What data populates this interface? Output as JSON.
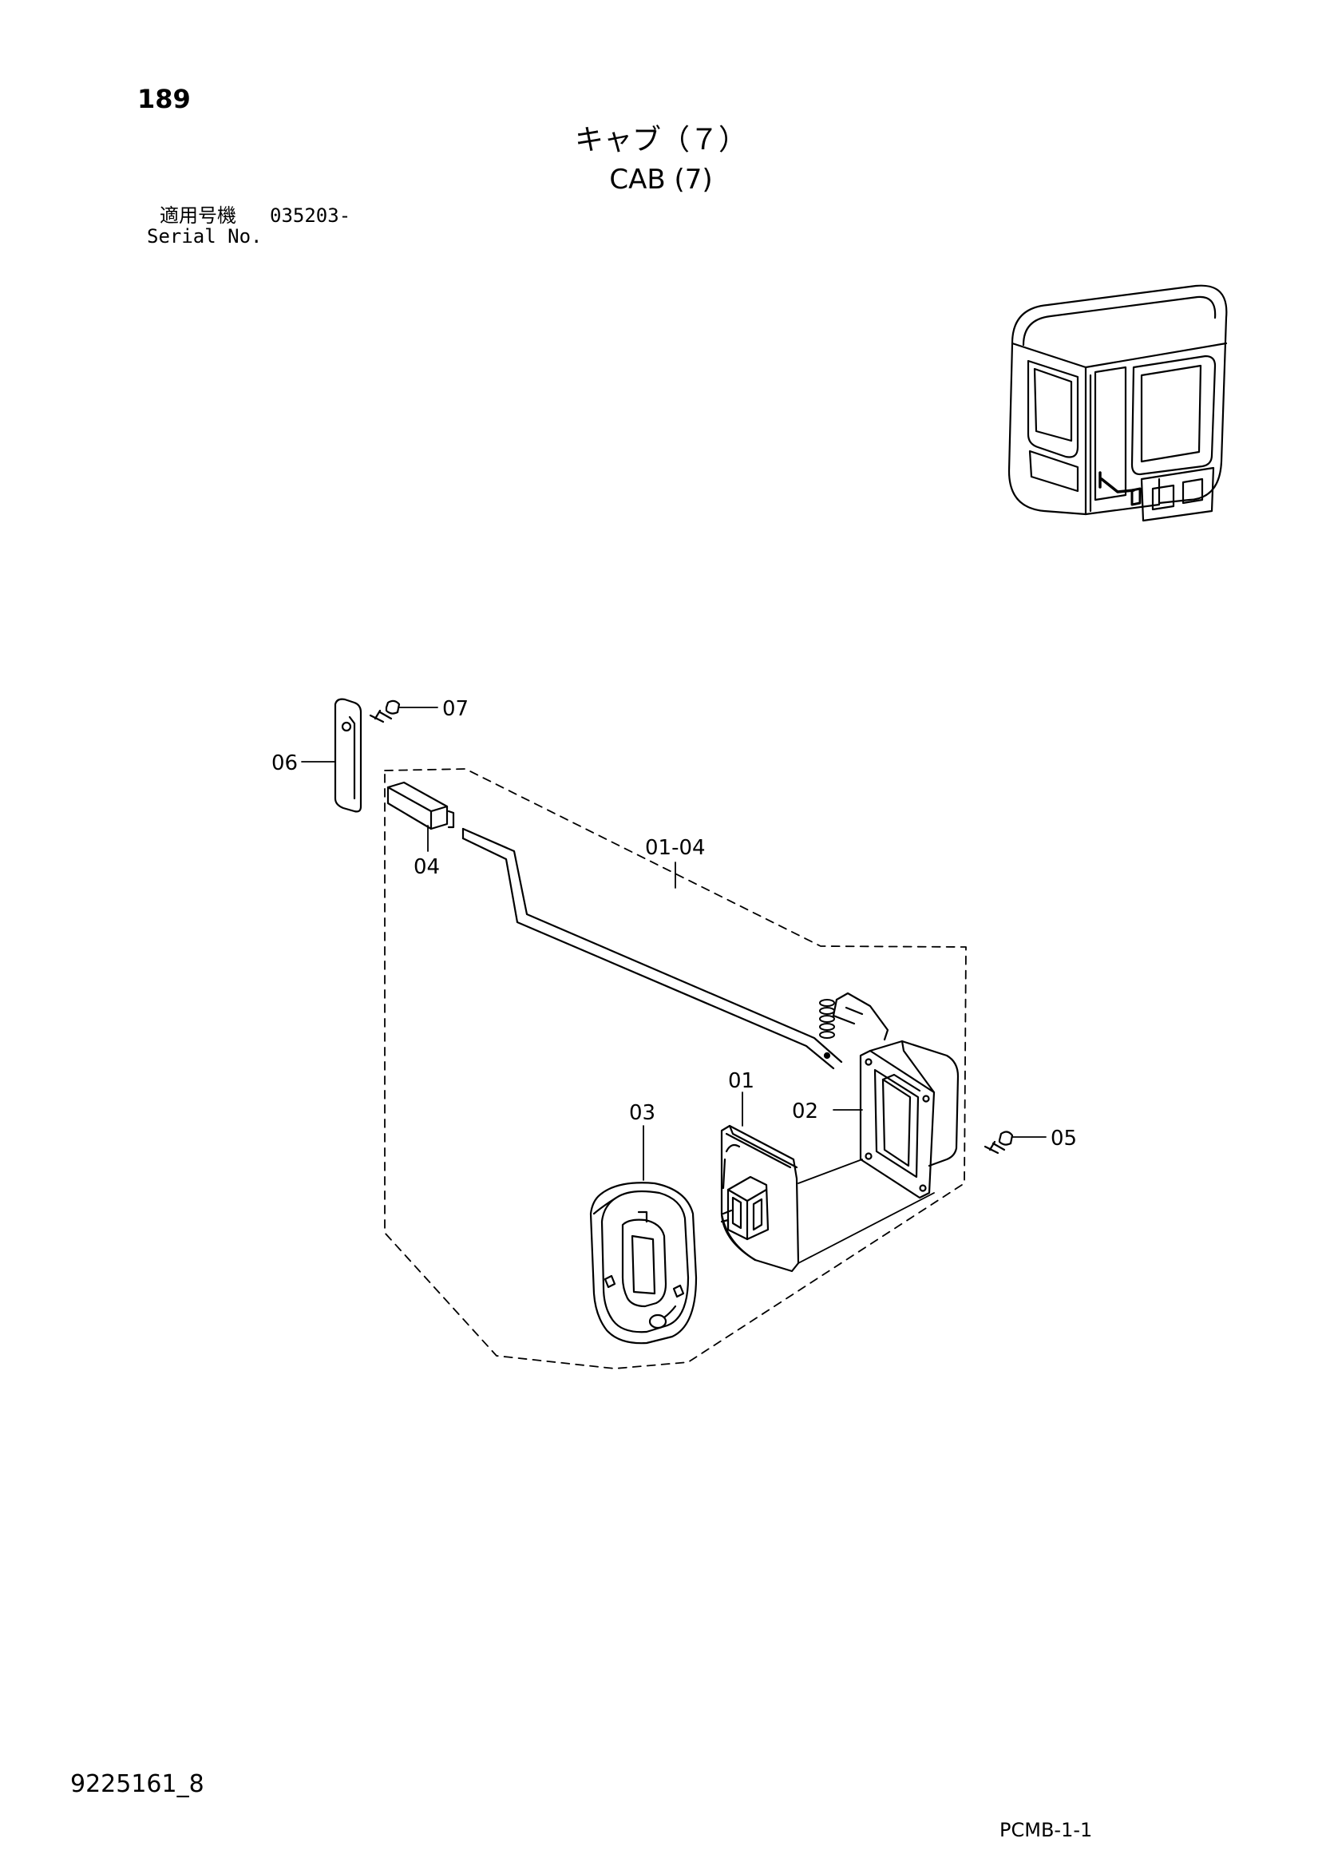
{
  "header": {
    "page_number": "189",
    "title_jp": "キャブ（７）",
    "title_en": "CAB (7)",
    "serial_label_jp": "適用号機",
    "serial_value": "035203-",
    "serial_label_en": "Serial No."
  },
  "callouts": {
    "p01": "01",
    "p02": "02",
    "p03": "03",
    "p04": "04",
    "p05": "05",
    "p06": "06",
    "p07": "07",
    "group": "01-04"
  },
  "footer": {
    "doc_number": "9225161_8",
    "page_code": "PCMB-1-1"
  }
}
